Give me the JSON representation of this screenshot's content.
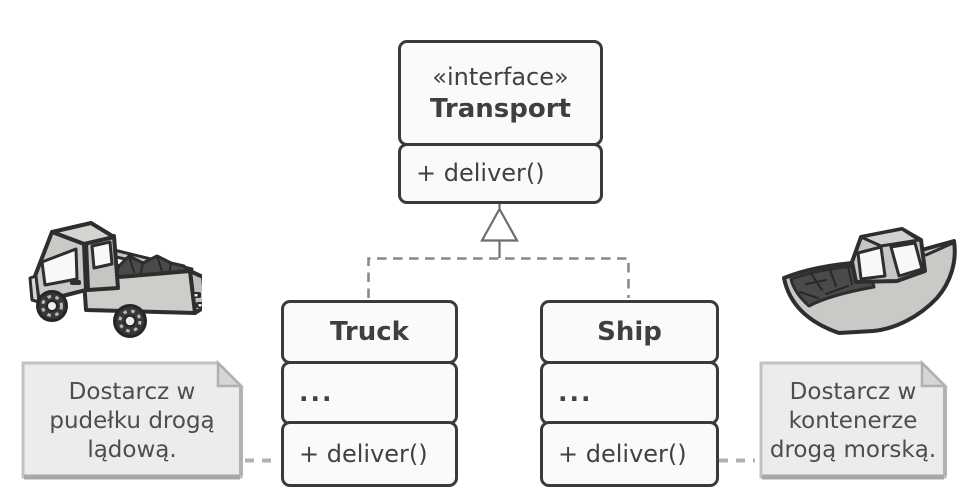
{
  "diagram": {
    "type": "uml-class-diagram",
    "interface_box": {
      "stereotype": "«interface»",
      "name": "Transport",
      "method": "+ deliver()"
    },
    "classes": [
      {
        "name": "Truck",
        "fields_placeholder": "...",
        "method": "+ deliver()"
      },
      {
        "name": "Ship",
        "fields_placeholder": "...",
        "method": "+ deliver()"
      }
    ],
    "notes": [
      {
        "attached_to": "Truck",
        "lines": [
          "Dostarcz w",
          "pudełku drogą",
          "lądową."
        ]
      },
      {
        "attached_to": "Ship",
        "lines": [
          "Dostarcz w",
          "kontenerze",
          "drogą morską."
        ]
      }
    ],
    "relationships": [
      {
        "type": "realization",
        "from": "Truck",
        "to": "Transport"
      },
      {
        "type": "realization",
        "from": "Ship",
        "to": "Transport"
      }
    ],
    "illustrations": [
      {
        "name": "truck-illustration",
        "cargo": "coal"
      },
      {
        "name": "ship-illustration",
        "cargo": "coal"
      }
    ],
    "colors": {
      "background": "#ffffff",
      "box_fill": "#fafafa",
      "box_border": "#3a3a3a",
      "box_text": "#414141",
      "note_fill": "#ececec",
      "note_border": "#c2c2c2",
      "note_text": "#4d4d4d",
      "realization_line": "#6e6e6e",
      "inheritance_dash": "#8a8a8a",
      "note_connector": "#b1b1b1",
      "illustration_body": "#c9c9c5",
      "illustration_outline": "#2e2e31",
      "cargo_fill": "#4a4a48"
    }
  }
}
